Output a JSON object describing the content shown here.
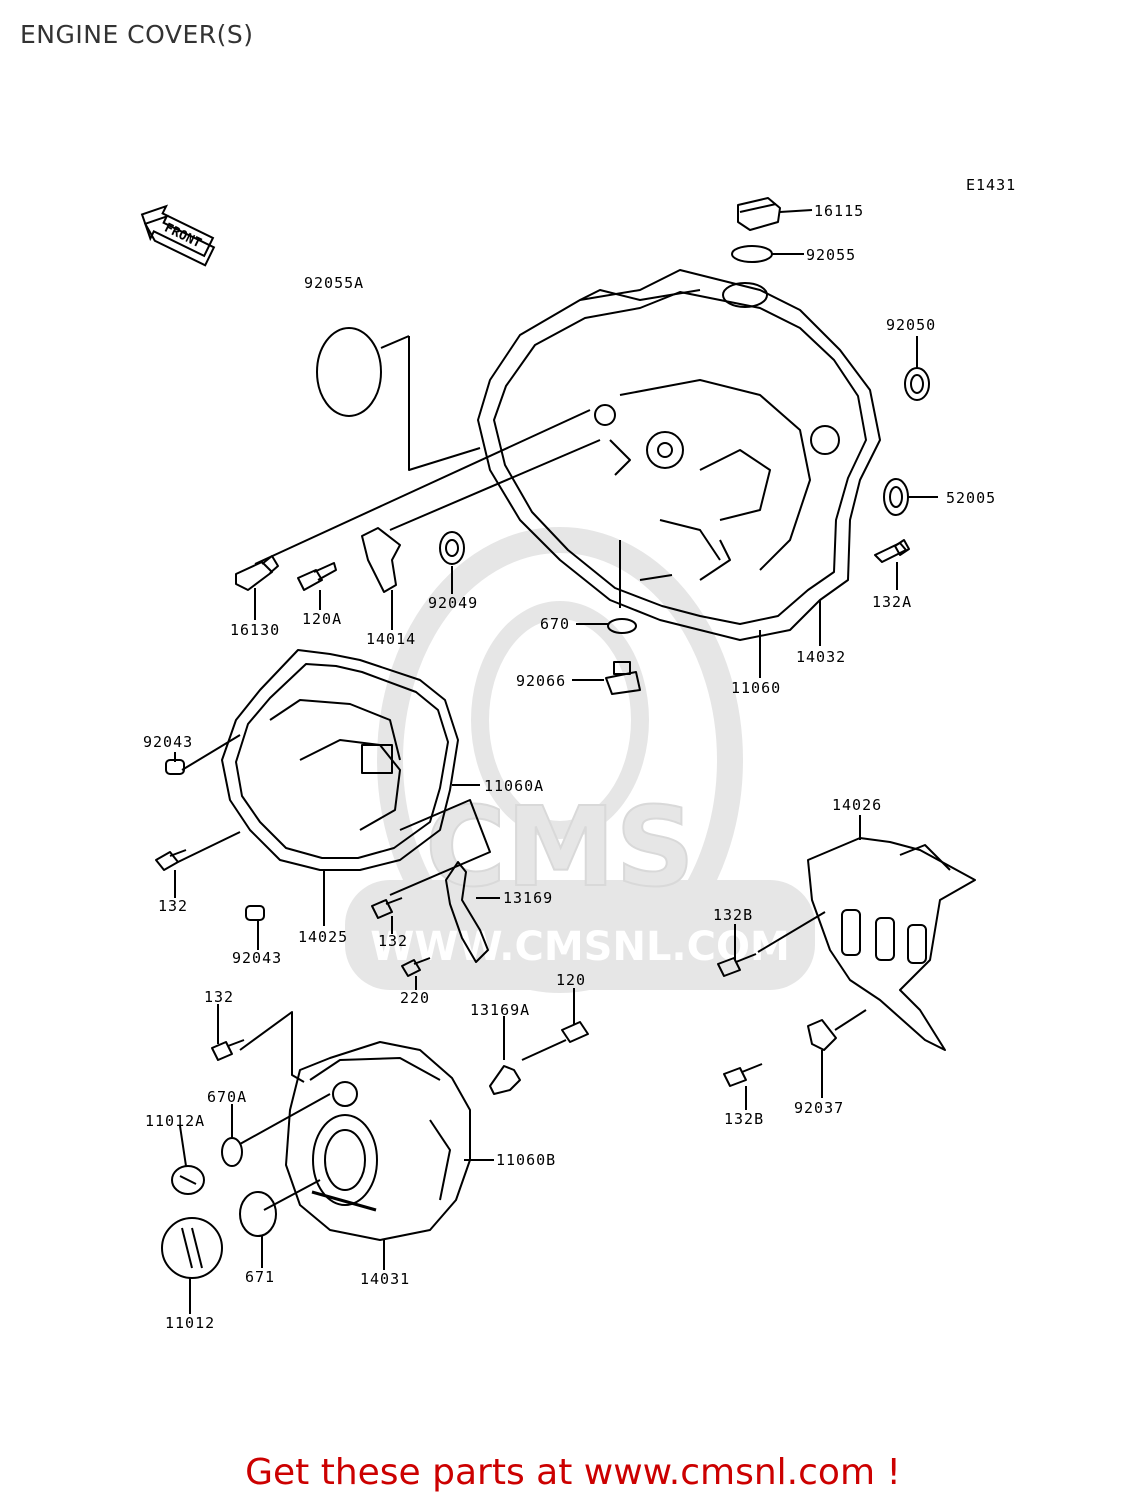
{
  "page_title": "ENGINE COVER(S)",
  "diagram_ref": "E1431",
  "front_arrow_text": "FRONT",
  "watermark": "CMS",
  "watermark_url": "WWW.CMSNL.COM",
  "footer_text": "Get these parts at www.cmsnl.com !",
  "colors": {
    "title": "#333333",
    "footer": "#cc0000",
    "watermark": "#e6e6e6",
    "line": "#000000"
  },
  "part_labels": [
    "16115",
    "92055",
    "92055A",
    "92050",
    "52005",
    "132A",
    "14032",
    "11060",
    "670",
    "92066",
    "92049",
    "14014",
    "120A",
    "16130",
    "92043",
    "11060A",
    "132",
    "14025",
    "13169",
    "220",
    "14026",
    "132B",
    "120",
    "13169A",
    "670A",
    "11012A",
    "11060B",
    "671",
    "14031",
    "11012",
    "92037"
  ]
}
